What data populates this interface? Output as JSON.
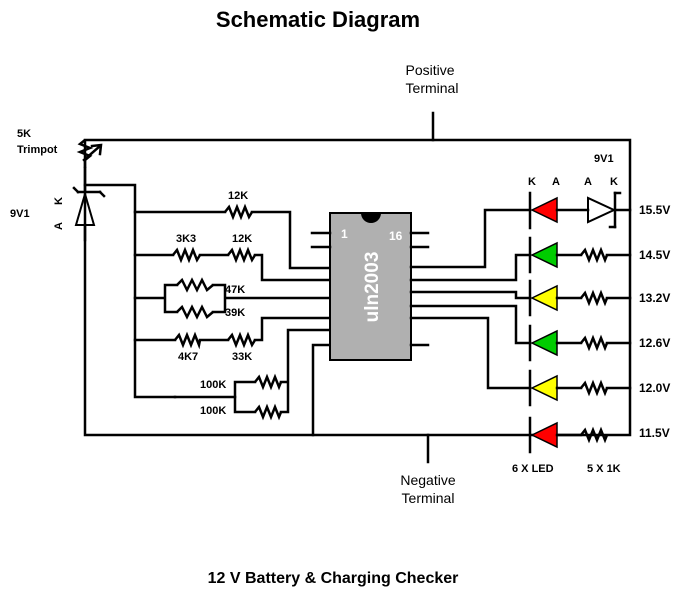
{
  "title": "Schematic Diagram",
  "caption": "12 V Battery & Charging Checker",
  "terminals": {
    "positive": [
      "Positive",
      "Terminal"
    ],
    "negative": [
      "Negative",
      "Terminal"
    ]
  },
  "trimpot": {
    "value": "5K",
    "name": "Trimpot"
  },
  "zener_left": {
    "label": "9V1",
    "anode": "A",
    "cathode": "K"
  },
  "zener_right": {
    "label": "9V1",
    "anode": "A",
    "cathode": "K"
  },
  "led_header": {
    "cathode": "K",
    "anode": "A"
  },
  "resistors": {
    "r12k_top": "12K",
    "r3k3": "3K3",
    "r12k_mid": "12K",
    "r47k": "47K",
    "r39k": "39K",
    "r4k7": "4K7",
    "r33k": "33K",
    "r100k_a": "100K",
    "r100k_b": "100K"
  },
  "chip": {
    "name": "uln2003",
    "pin1": "1",
    "pin16": "16"
  },
  "voltages": [
    "15.5V",
    "14.5V",
    "13.2V",
    "12.6V",
    "12.0V",
    "11.5V"
  ],
  "led_colors": [
    "#ff0000",
    "#00cc00",
    "#ffff00",
    "#00cc00",
    "#ffff00",
    "#ff0000"
  ],
  "led_count": "6 X LED",
  "resistor_count": "5 X 1K",
  "colors": {
    "wire": "#000000",
    "chip": "#b0b0b0"
  }
}
